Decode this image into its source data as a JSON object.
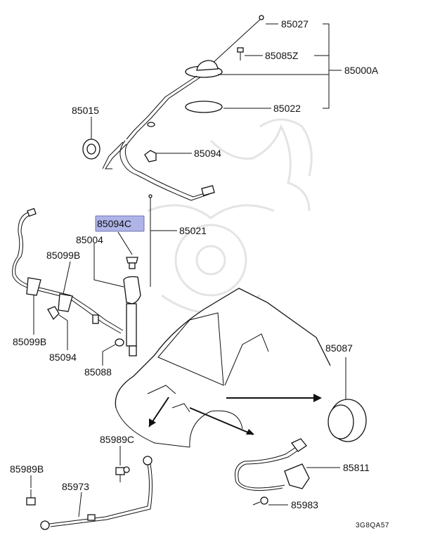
{
  "diagram": {
    "code": "3G8QA57",
    "highlight_color": "#aeb4e8",
    "parts": [
      {
        "id": "85027",
        "label": "85027"
      },
      {
        "id": "85085Z",
        "label": "85085Z"
      },
      {
        "id": "85000A",
        "label": "85000A"
      },
      {
        "id": "85022",
        "label": "85022"
      },
      {
        "id": "85015",
        "label": "85015"
      },
      {
        "id": "85094-top",
        "label": "85094"
      },
      {
        "id": "85094C",
        "label": "85094C"
      },
      {
        "id": "85021",
        "label": "85021"
      },
      {
        "id": "85004",
        "label": "85004"
      },
      {
        "id": "85099B-upper",
        "label": "85099B"
      },
      {
        "id": "85099B-lower",
        "label": "85099B"
      },
      {
        "id": "85094-lower",
        "label": "85094"
      },
      {
        "id": "85088",
        "label": "85088"
      },
      {
        "id": "85087",
        "label": "85087"
      },
      {
        "id": "85989C",
        "label": "85989C"
      },
      {
        "id": "85989B",
        "label": "85989B"
      },
      {
        "id": "85973",
        "label": "85973"
      },
      {
        "id": "85811",
        "label": "85811"
      },
      {
        "id": "85983",
        "label": "85983"
      }
    ]
  }
}
